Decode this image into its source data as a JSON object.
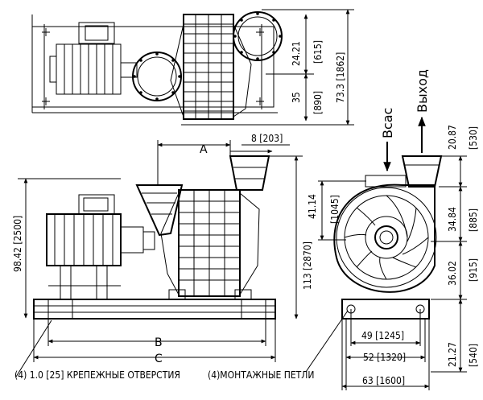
{
  "dimensions": {
    "d1": "24.21",
    "d1b": "[615]",
    "d2": "35",
    "d2b": "[890]",
    "d3": "73.3 [1862]",
    "d4": "8 [203]",
    "d5": "98.42 [2500]",
    "d6": "113 [2870]",
    "d7": "41.14",
    "d7b": "[1045]",
    "d8": "20.87",
    "d8b": "[530]",
    "d9": "34.84",
    "d9b": "[885]",
    "d10": "36.02",
    "d10b": "[915]",
    "d11": "21.27",
    "d11b": "[540]",
    "d12": "49 [1245]",
    "d13": "52 [1320]",
    "d14": "63 [1600]"
  },
  "letters": {
    "a": "A",
    "b": "B",
    "c": "C"
  },
  "flow": {
    "inlet": "Всас",
    "outlet": "Выход"
  },
  "notes": {
    "holes": "(4) 1.0 [25] КРЕПЕЖНЫЕ ОТВЕРСТИЯ",
    "lugs": "(4)МОНТАЖНЫЕ ПЕТЛИ"
  }
}
